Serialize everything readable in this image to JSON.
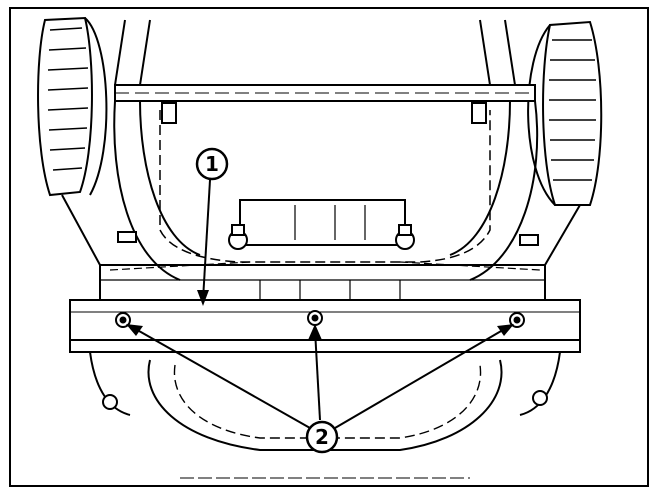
{
  "figure": {
    "callouts": [
      {
        "id": "1",
        "label": "1"
      },
      {
        "id": "2",
        "label": "2"
      }
    ],
    "colors": {
      "ink": "#000000",
      "paper": "#ffffff"
    }
  }
}
